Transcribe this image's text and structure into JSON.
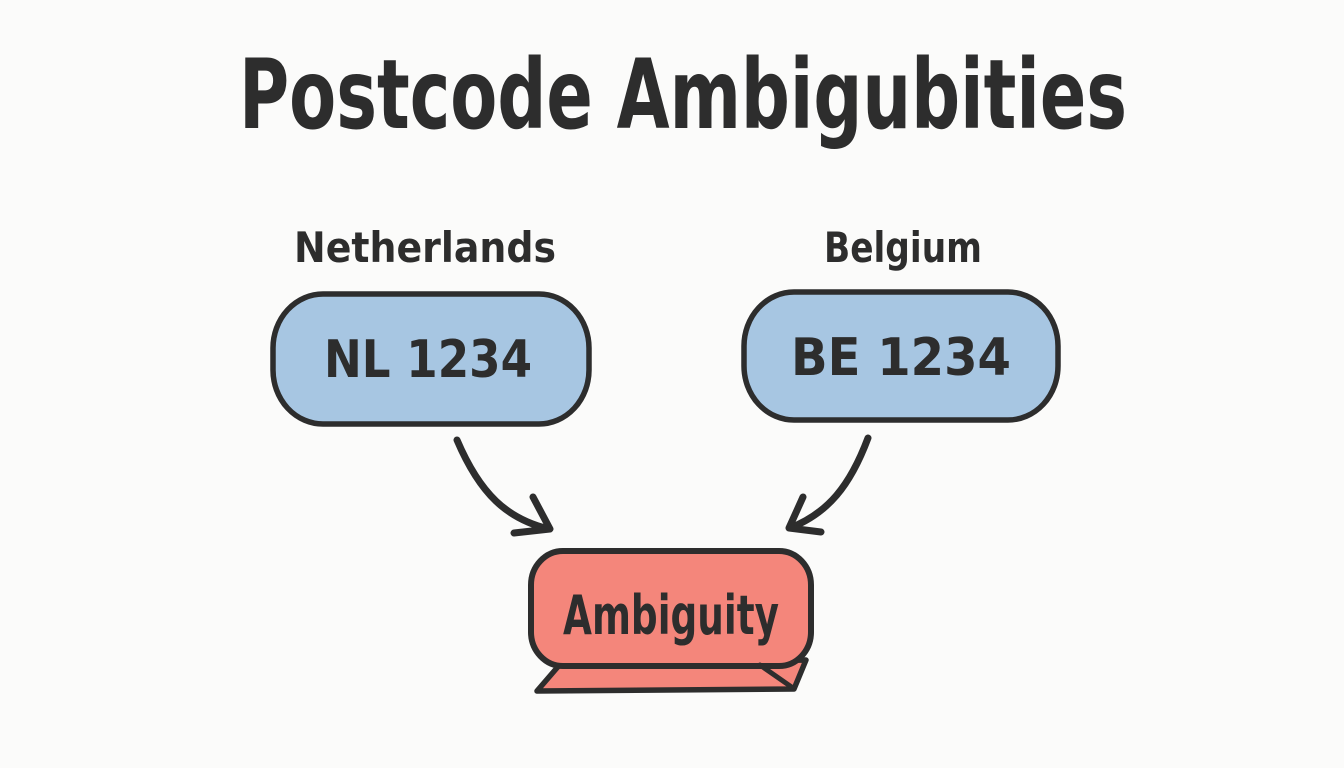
{
  "diagram": {
    "title": "Postcode Ambigubities",
    "countries": [
      {
        "name": "Netherlands",
        "postcode": "NL 1234"
      },
      {
        "name": "Belgium",
        "postcode": "BE 1234"
      }
    ],
    "result": {
      "label": "Ambiguity"
    },
    "connections": [
      {
        "from": "Netherlands",
        "to": "Ambiguity"
      },
      {
        "from": "Belgium",
        "to": "Ambiguity"
      }
    ],
    "colors": {
      "ink": "#2d2d2d",
      "postcode_box_fill": "#a7c6e2",
      "result_box_fill": "#f4867b",
      "background": "#fbfbfa"
    }
  }
}
